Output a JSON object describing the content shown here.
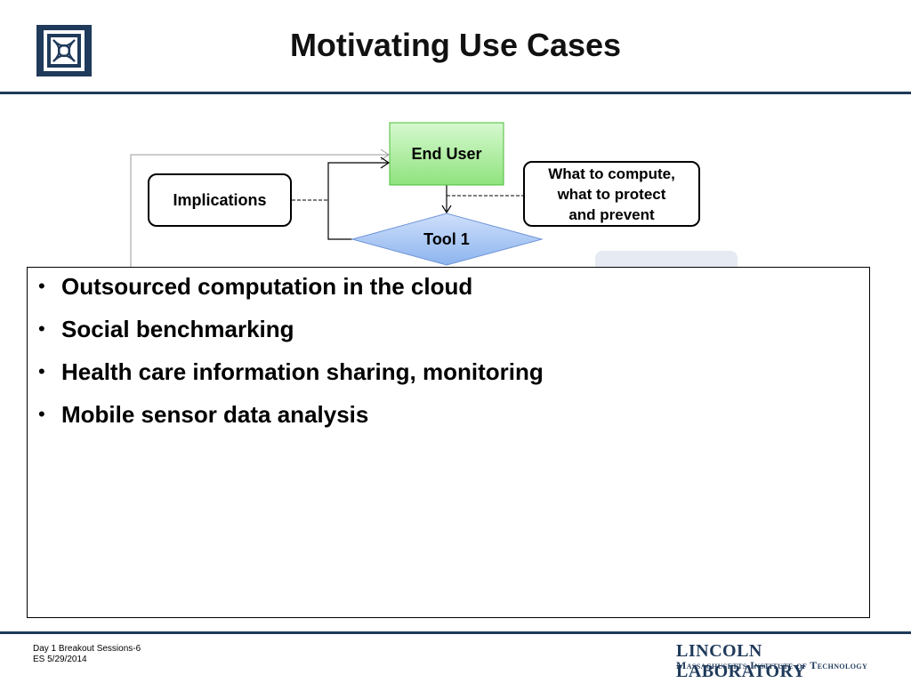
{
  "slide": {
    "title": "Motivating Use Cases"
  },
  "diagram": {
    "end_user": "End User",
    "implications": "Implications",
    "tool": "Tool 1",
    "goals_line1": "What to compute,",
    "goals_line2": "what to protect",
    "goals_line3": "and prevent"
  },
  "bullets": [
    "Outsourced computation in the cloud",
    "Social benchmarking",
    "Health care information sharing, monitoring",
    "Mobile sensor data analysis"
  ],
  "footer": {
    "session": "Day 1 Breakout Sessions-6",
    "initials_date": "ES 5/29/2014",
    "lab_name": "LINCOLN LABORATORY",
    "lab_subtitle": "Massachusetts Institute of Technology"
  },
  "colors": {
    "brand_navy": "#1f3a5a",
    "end_user_fill": "#9ee98f",
    "tool_fill": "#9ebff2"
  }
}
